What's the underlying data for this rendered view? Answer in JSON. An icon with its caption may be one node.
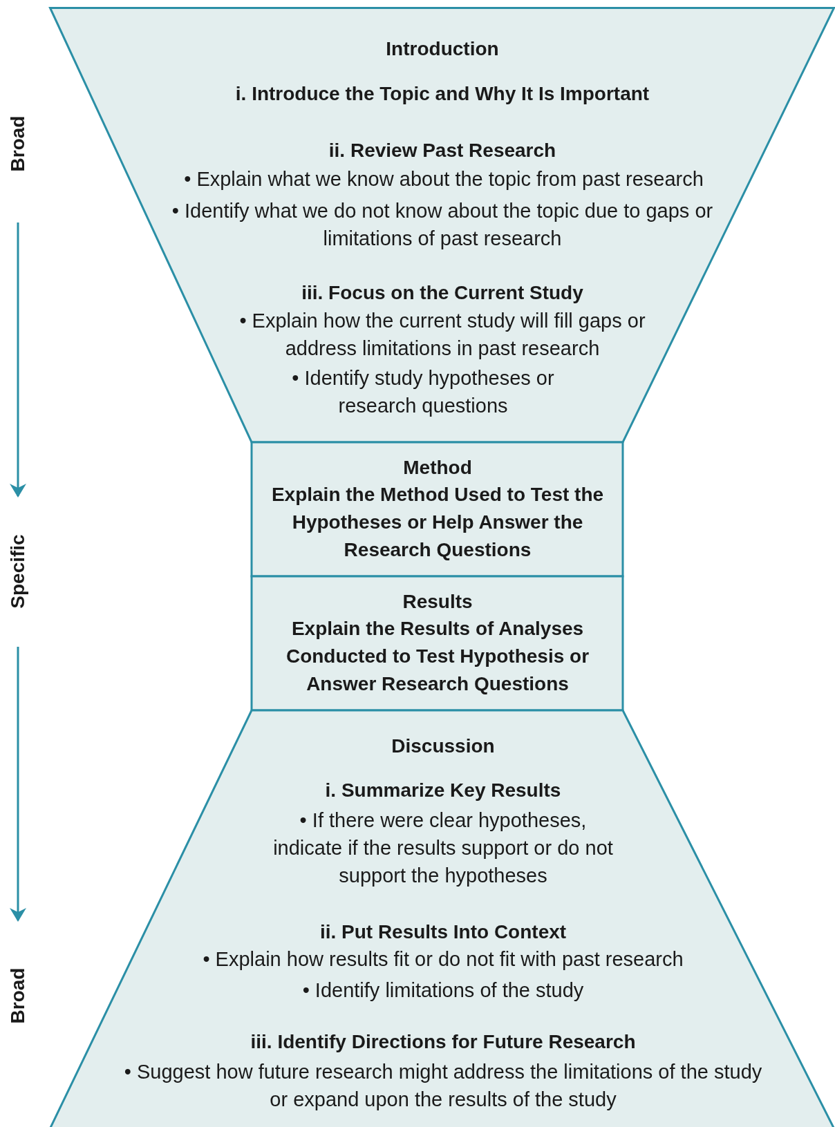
{
  "diagram": {
    "nodes": [
      {
        "text": [
          "Introduction",
          "i. Introduce the Topic and Why It Is Important",
          "ii. Review Past Research",
          "• Explain what we know about the topic from past research",
          "• Identify what we do not know about the topic due to gaps or limitations of past research",
          "iii. Focus on the Current Study",
          "• Explain how the current study will fill gaps or address limitations in past research",
          "• Identify study hypotheses or research questions"
        ]
      },
      {
        "text": [
          "Method",
          "Explain the Method Used to Test the Hypotheses or Help Answer the Research Questions"
        ]
      },
      {
        "text": [
          "Results",
          "Explain the Results of Analyses Conducted to Test Hypothesis or Answer Research Questions"
        ]
      },
      {
        "text": [
          "Discussion",
          "i. Summarize Key Results",
          "• If there were clear hypotheses, indicate if the results support or do not support the hypotheses",
          "ii. Put Results Into Context",
          "• Explain how results fit or do not fit with past research",
          "• Identify limitations of the study",
          "iii. Identify Directions for Future Research",
          "• Suggest how future research might address the limitations of the study or expand upon the results of the study"
        ]
      }
    ],
    "edges": [],
    "labels": [
      "Broad",
      "Specific",
      "Broad"
    ]
  }
}
